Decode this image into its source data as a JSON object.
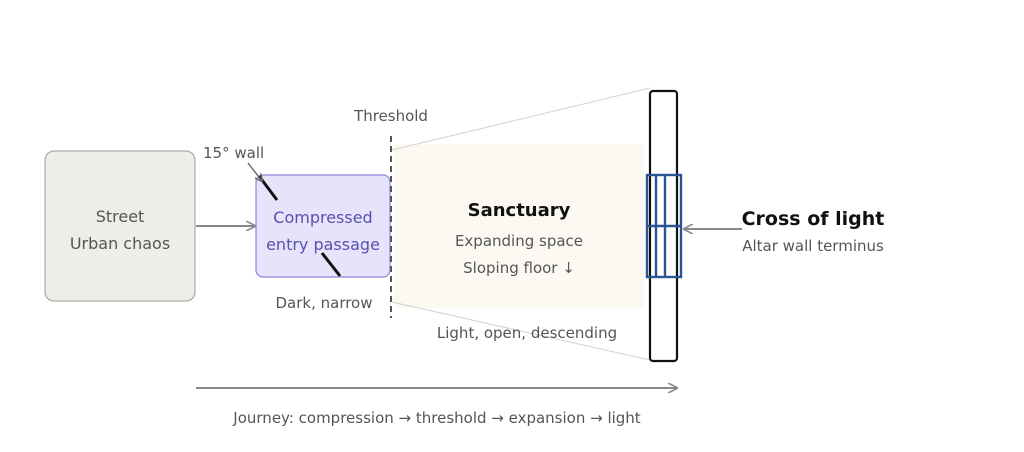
{
  "street": {
    "line1": "Street",
    "line2": "Urban chaos"
  },
  "wall_angle_label": "15° wall",
  "entry": {
    "line1": "Compressed",
    "line2": "entry passage"
  },
  "entry_note": "Dark, narrow",
  "threshold_label": "Threshold",
  "sanctuary": {
    "title": "Sanctuary",
    "line1": "Expanding space",
    "line2": "Sloping floor ↓"
  },
  "sanctuary_note": "Light, open, descending",
  "cross": {
    "title": "Cross of light",
    "subtitle": "Altar wall terminus"
  },
  "journey_label": "Journey: compression → threshold → expansion → light",
  "colors": {
    "street_fill": "#eeeee9",
    "entry_fill": "#e6e4fb",
    "entry_stroke": "#8b84d8",
    "sanctuary_fill": "#fbf9f1",
    "cross_blue": "#2a5594",
    "arrow_gray": "#888888"
  }
}
